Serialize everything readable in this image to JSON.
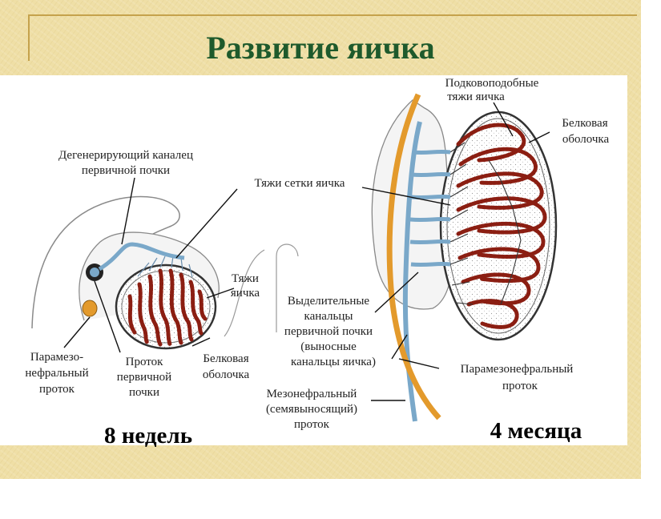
{
  "title": "Развитие яичка",
  "labels": {
    "degenerating_line1": "Дегенерирующий каналец",
    "degenerating_line2": "первичной почки",
    "rete_cords": "Тяжи сетки яичка",
    "cords_8w_line1": "Тяжи",
    "cords_8w_line2": "яичка",
    "paramesonephric_8w_line1": "Парамезо-",
    "paramesonephric_8w_line2": "нефральный",
    "paramesonephric_8w_line3": "проток",
    "primary_duct_line1": "Проток",
    "primary_duct_line2": "первичной",
    "primary_duct_line3": "почки",
    "tunica_8w_line1": "Белковая",
    "tunica_8w_line2": "оболочка",
    "excretory_line1": "Выделительные",
    "excretory_line2": "канальцы",
    "excretory_line3": "первичной почки",
    "excretory_line4": "(выносные",
    "excretory_line5": "канальцы яичка)",
    "mesonephric_line1": "Мезонефральный",
    "mesonephric_line2": "(семявыносящий)",
    "mesonephric_line3": "проток",
    "horseshoe_line1": "Подковоподобные",
    "horseshoe_line2": "тяжи яичка",
    "tunica_4m_line1": "Белковая",
    "tunica_4m_line2": "оболочка",
    "paramesonephric_4m_line1": "Парамезонефральный",
    "paramesonephric_4m_line2": "проток"
  },
  "stages": {
    "weeks8": "8 недель",
    "months4": "4 месяца"
  },
  "colors": {
    "title": "#1e5a2c",
    "background": "#efdfa6",
    "duct_blue": "#7aa8c9",
    "duct_orange": "#e39a2c",
    "cord_red": "#8b1e12"
  }
}
